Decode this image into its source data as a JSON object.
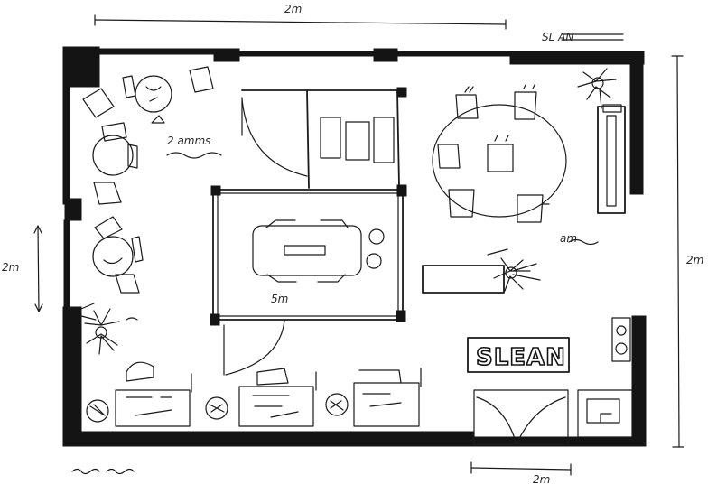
{
  "dimension_labels": {
    "top": "2m",
    "top_right": "SL AN",
    "right": "2m",
    "left": "2m",
    "bottom_right": "2m",
    "bottom_left": "",
    "meeting_room": "5m",
    "notes": "2 amms",
    "plant_area": "am"
  },
  "sign": {
    "text": "SLEAN"
  },
  "colors": {
    "ink": "#1a1a1a",
    "wall": "#141414",
    "paper": "#ffffff"
  },
  "icons": [
    "chair-icon",
    "table-icon",
    "plant-icon",
    "door-icon",
    "desk-icon",
    "bin-icon",
    "shelf-icon",
    "sign-icon"
  ]
}
